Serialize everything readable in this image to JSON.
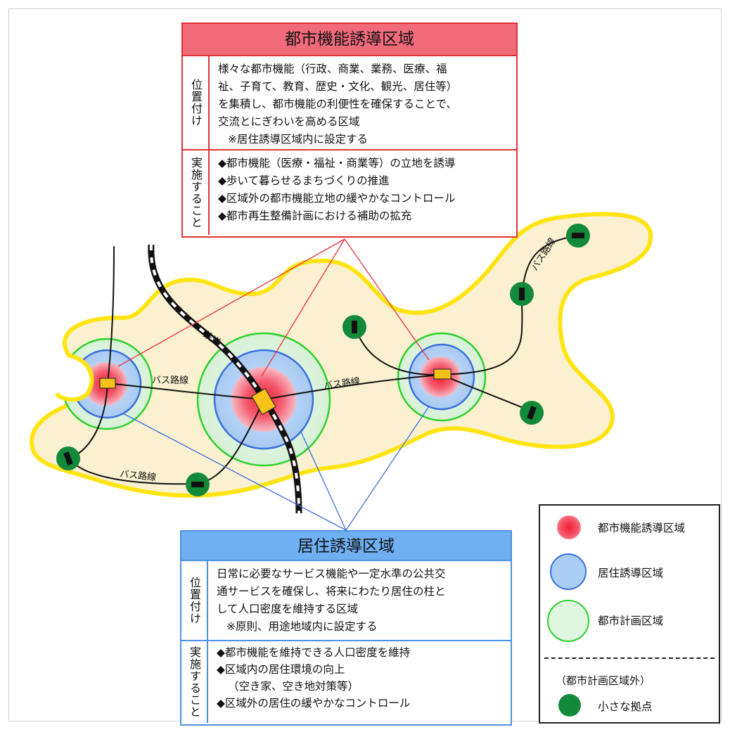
{
  "urban_function_zone": {
    "title": "都市機能誘導区域",
    "positioning_label": "位置付け",
    "positioning_lines": [
      "様々な都市機能（行政、商業、業務、医療、福",
      "祉、子育て、教育、歴史・文化、観光、居住等）",
      "を集積し、都市機能の利便性を確保することで、",
      "交流とにぎわいを高める区域"
    ],
    "positioning_note": "※居住誘導区域内に設定する",
    "actions_label": "実施すること",
    "actions": [
      "◆都市機能（医療・福祉・商業等）の立地を誘導",
      "◆歩いて暮らせるまちづくりの推進",
      "◆区域外の都市機能立地の緩やかなコントロール",
      "◆都市再生整備計画における補助の拡充"
    ]
  },
  "residential_zone": {
    "title": "居住誘導区域",
    "positioning_label": "位置付け",
    "positioning_lines": [
      "日常に必要なサービス機能や一定水準の公共交",
      "通サービスを確保し、将来にわたり居住の柱と",
      "して人口密度を維持する区域"
    ],
    "positioning_note": "※原則、用途地域内に設定する",
    "actions_label": "実施すること",
    "actions": [
      "◆都市機能を維持できる人口密度を維持",
      "◆区域内の居住環境の向上",
      "（空き家、空き地対策等）",
      "◆区域外の居住の緩やかなコントロール"
    ]
  },
  "map_labels": {
    "railway": "鉄道",
    "bus_route": "バス路線"
  },
  "legend": {
    "urban_function_zone": "都市機能誘導区域",
    "residential_zone": "居住誘導区域",
    "city_planning_area": "都市計画区域",
    "outside_note": "（都市計画区域外）",
    "small_hub": "小さな拠点"
  },
  "colors": {
    "urban_red": "#f0303c",
    "residential_blue": "#3a6fe0",
    "residential_fill": "#a9cdf5",
    "planning_green": "#2cd12c",
    "planning_fill": "#dff6e0",
    "area_fill": "#fbf0cf",
    "area_border": "#ffe414",
    "hub_green": "#128a3a",
    "station_yellow": "#f7c21a"
  }
}
